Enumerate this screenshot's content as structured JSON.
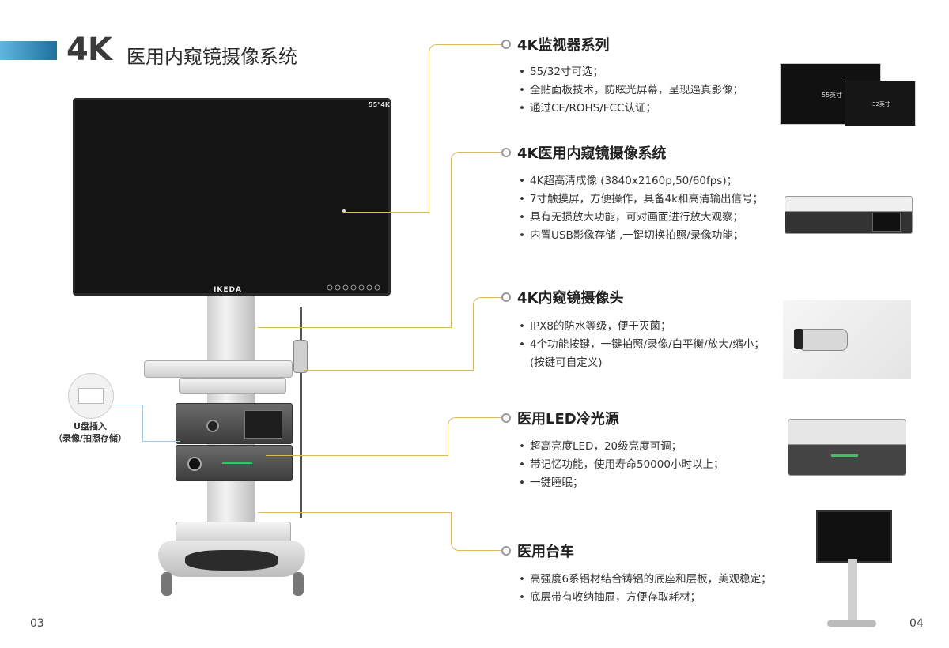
{
  "header": {
    "prefix": "4K",
    "title": "医用内窥镜摄像系统"
  },
  "monitor": {
    "size_label": "55\"4K",
    "brand": "IKEDA"
  },
  "usb_callout": {
    "line1": "U盘插入",
    "line2": "（录像/拍照存储）"
  },
  "sections": [
    {
      "title": "4K监视器系列",
      "bullets": [
        "55/32寸可选；",
        "全贴面板技术，防眩光屏幕，呈现逼真影像；",
        "通过CE/ROHS/FCC认证；"
      ]
    },
    {
      "title": "4K医用内窥镜摄像系统",
      "bullets": [
        "4K超高清成像 (3840x2160p,50/60fps)；",
        "7寸触摸屏，方便操作，具备4k和高清输出信号；",
        "具有无损放大功能，可对画面进行放大观察；",
        "内置USB影像存储 ,一键切换拍照/录像功能；"
      ]
    },
    {
      "title": "4K内窥镜摄像头",
      "bullets": [
        "IPX8的防水等级，便于灭菌；",
        "4个功能按键，一键拍照/录像/白平衡/放大/缩小；"
      ],
      "continuation": "(按键可自定义)"
    },
    {
      "title": "医用LED冷光源",
      "bullets": [
        "超高亮度LED，20级亮度可调；",
        "带记忆功能，使用寿命50000小时以上；",
        "一键睡眠；"
      ]
    },
    {
      "title": "医用台车",
      "bullets": [
        "高强度6系铝材结合铸铝的底座和层板，美观稳定；",
        "底层带有收纳抽屉，方便存取耗材；"
      ]
    }
  ],
  "thumb_monitor": {
    "large_label": "55英寸",
    "small_label": "32英寸"
  },
  "pages": {
    "left": "03",
    "right": "04"
  }
}
